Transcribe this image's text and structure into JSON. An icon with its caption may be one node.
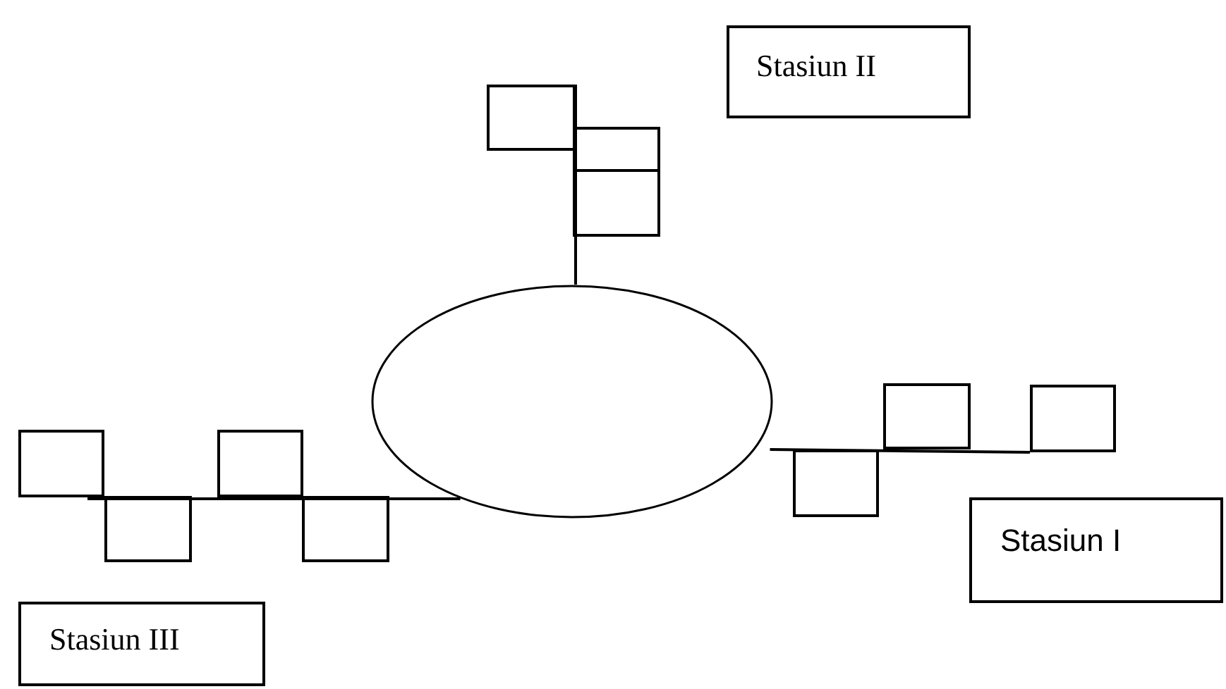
{
  "diagram": {
    "nodes": [
      {
        "text": [
          "Stasiun II"
        ]
      },
      {
        "text": [],
        "shape": "box"
      },
      {
        "text": [],
        "shape": "box"
      },
      {
        "text": [],
        "shape": "box"
      },
      {
        "text": [],
        "shape": "ellipse"
      },
      {
        "text": [],
        "shape": "box"
      },
      {
        "text": [],
        "shape": "box"
      },
      {
        "text": [],
        "shape": "box"
      },
      {
        "text": [],
        "shape": "box"
      },
      {
        "text": [],
        "shape": "box"
      },
      {
        "text": [],
        "shape": "box"
      },
      {
        "text": [],
        "shape": "box"
      },
      {
        "text": [
          "Stasiun I"
        ]
      },
      {
        "text": [
          "Stasiun III"
        ]
      }
    ],
    "edges": [
      {
        "from": 4,
        "to": 1,
        "arrow": "none"
      },
      {
        "from": 4,
        "to": 6,
        "arrow": "none"
      },
      {
        "from": 4,
        "to": 8,
        "arrow": "none"
      }
    ]
  }
}
